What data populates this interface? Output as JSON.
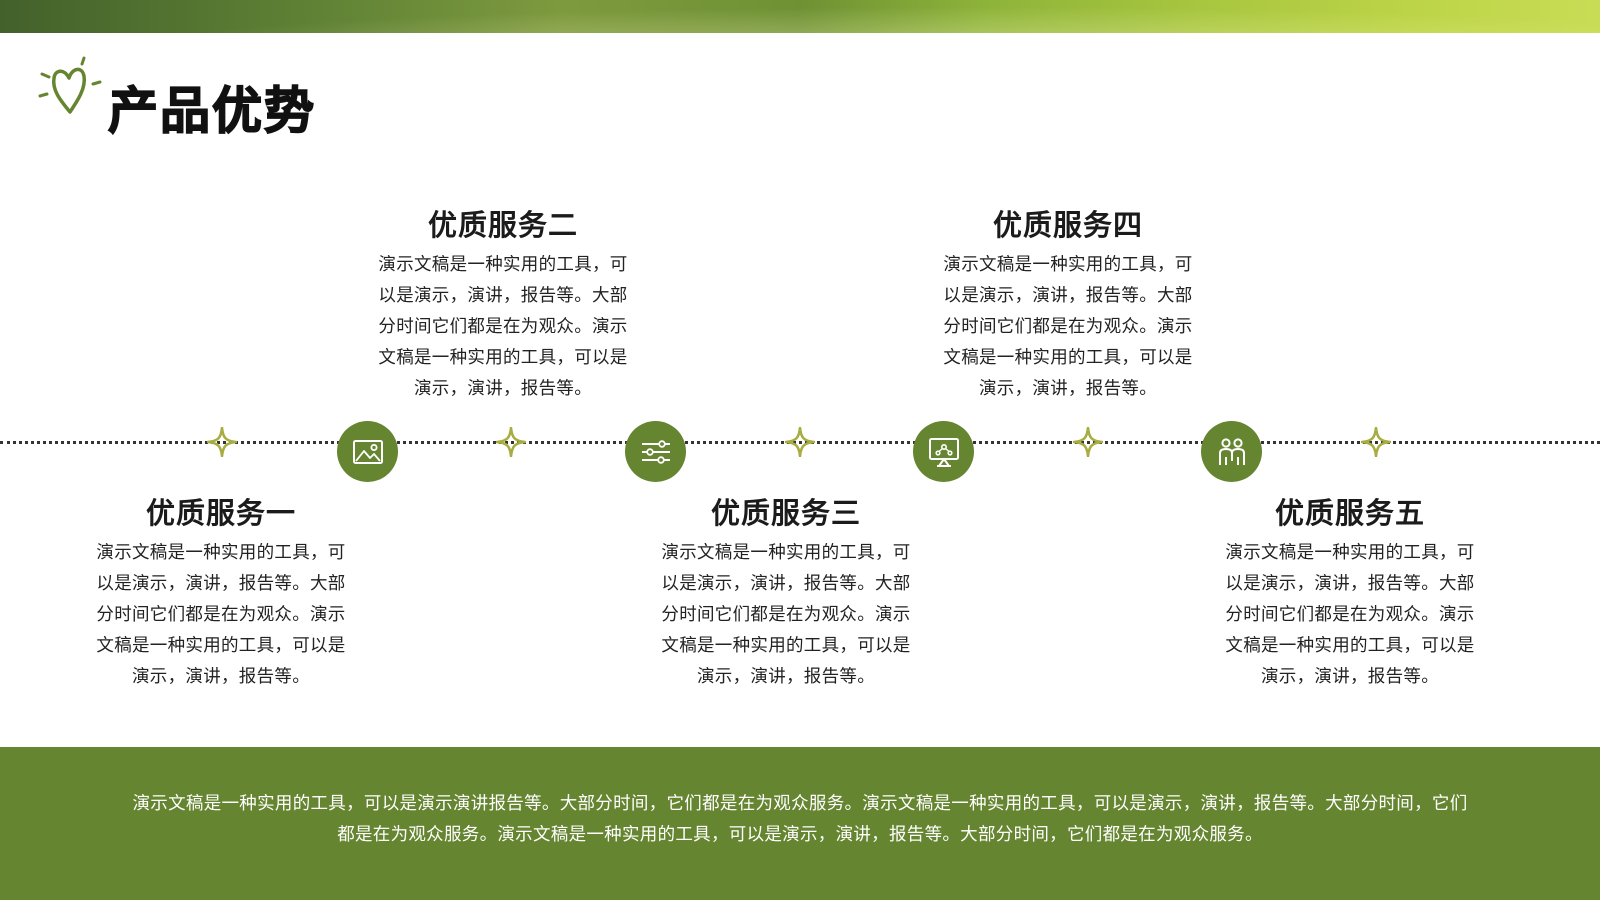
{
  "header": {
    "title": "产品优势"
  },
  "services": [
    {
      "title": "优质服务一",
      "desc": "演示文稿是一种实用的工具，可以是演示，演讲，报告等。大部分时间它们都是在为观众。演示文稿是一种实用的工具，可以是演示，演讲，报告等。",
      "icon": "image-icon"
    },
    {
      "title": "优质服务二",
      "desc": "演示文稿是一种实用的工具，可以是演示，演讲，报告等。大部分时间它们都是在为观众。演示文稿是一种实用的工具，可以是演示，演讲，报告等。",
      "icon": "sliders-icon"
    },
    {
      "title": "优质服务三",
      "desc": "演示文稿是一种实用的工具，可以是演示，演讲，报告等。大部分时间它们都是在为观众。演示文稿是一种实用的工具，可以是演示，演讲，报告等。",
      "icon": "presentation-icon"
    },
    {
      "title": "优质服务四",
      "desc": "演示文稿是一种实用的工具，可以是演示，演讲，报告等。大部分时间它们都是在为观众。演示文稿是一种实用的工具，可以是演示，演讲，报告等。",
      "icon": "people-icon"
    },
    {
      "title": "优质服务五",
      "desc": "演示文稿是一种实用的工具，可以是演示，演讲，报告等。大部分时间它们都是在为观众。演示文稿是一种实用的工具，可以是演示，演讲，报告等。"
    }
  ],
  "footer": {
    "text": "演示文稿是一种实用的工具，可以是演示演讲报告等。大部分时间，它们都是在为观众服务。演示文稿是一种实用的工具，可以是演示，演讲，报告等。大部分时间，它们都是在为观众服务。演示文稿是一种实用的工具，可以是演示，演讲，报告等。大部分时间，它们都是在为观众服务。"
  },
  "colors": {
    "accent": "#658530",
    "star": "#a8ad42",
    "text": "#1b1b1b",
    "footer_text": "#ffffff"
  }
}
